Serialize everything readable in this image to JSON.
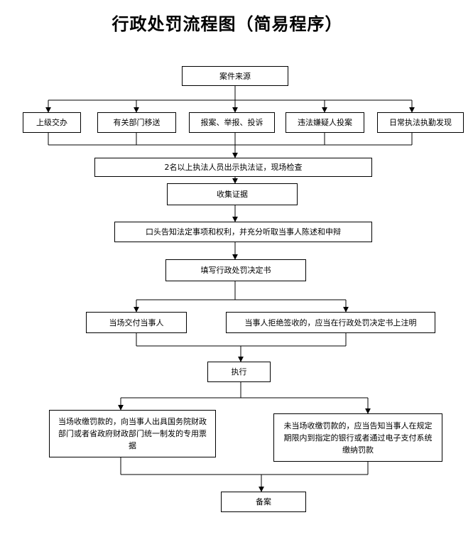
{
  "title": "行政处罚流程图（简易程序）",
  "nodes": {
    "case_source": "案件来源",
    "superior": "上级交办",
    "dept_transfer": "有关部门移送",
    "report": "报案、举报、投诉",
    "complaint": "违法嫌疑人投案",
    "daily": "日常执法执勤发现",
    "inspect": "2名以上执法人员出示执法证，现场检查",
    "evidence": "收集证据",
    "notify": "口头告知法定事项和权利，并充分听取当事人陈述和申辩",
    "decision": "填写行政处罚决定书",
    "deliver": "当场交付当事人",
    "refuse": "当事人拒绝签收的，应当在行政处罚决定书上注明",
    "execute": "执行",
    "onsite_fine": "当场收缴罚款的，向当事人出具国务院财政部门或者省政府财政部门统一制发的专用票据",
    "offsite_fine": "未当场收缴罚款的，应当告知当事人在规定期限内到指定的银行或者通过电子支付系统缴纳罚款",
    "archive": "备案"
  },
  "colors": {
    "line": "#000000",
    "border": "#000000",
    "text": "#000000"
  }
}
